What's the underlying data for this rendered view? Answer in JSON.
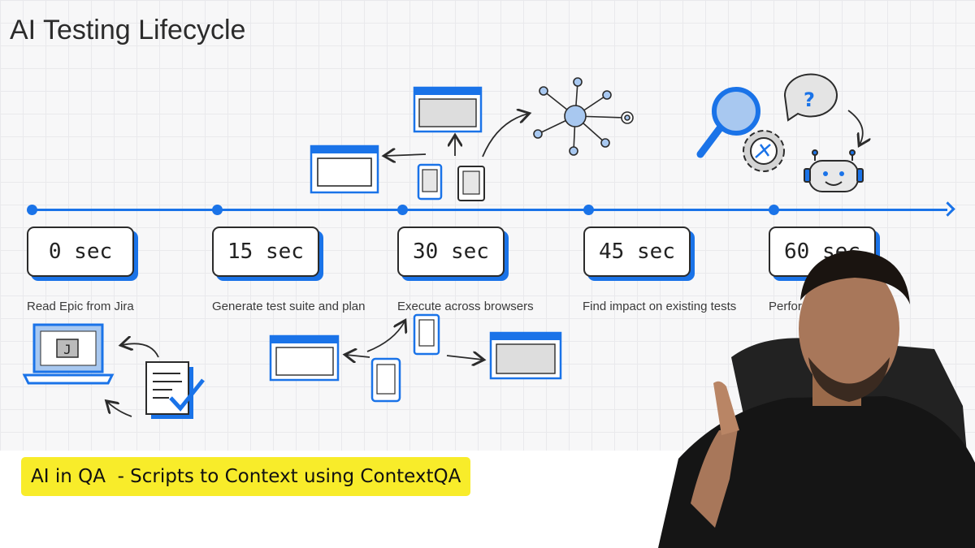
{
  "page": {
    "title": "AI Testing Lifecycle"
  },
  "timeline": {
    "steps": [
      {
        "time": "0 sec",
        "label": "Read Epic from Jira"
      },
      {
        "time": "15 sec",
        "label": "Generate test suite and plan"
      },
      {
        "time": "30 sec",
        "label": "Execute across browsers"
      },
      {
        "time": "45 sec",
        "label": "Find impact on existing tests"
      },
      {
        "time": "60 sec",
        "label": "Perform bugs"
      }
    ]
  },
  "icons": {
    "laptop_letter": "J",
    "question_mark": "?"
  },
  "banner": {
    "text": "AI in QA  - Scripts to Context using ContextQA"
  },
  "colors": {
    "accent_blue": "#1a73e8",
    "light_blue": "#a8c8f0",
    "banner_yellow": "#f8ec2a",
    "ink": "#2b2b2b",
    "shirt": "#151515",
    "chair": "#222222"
  }
}
